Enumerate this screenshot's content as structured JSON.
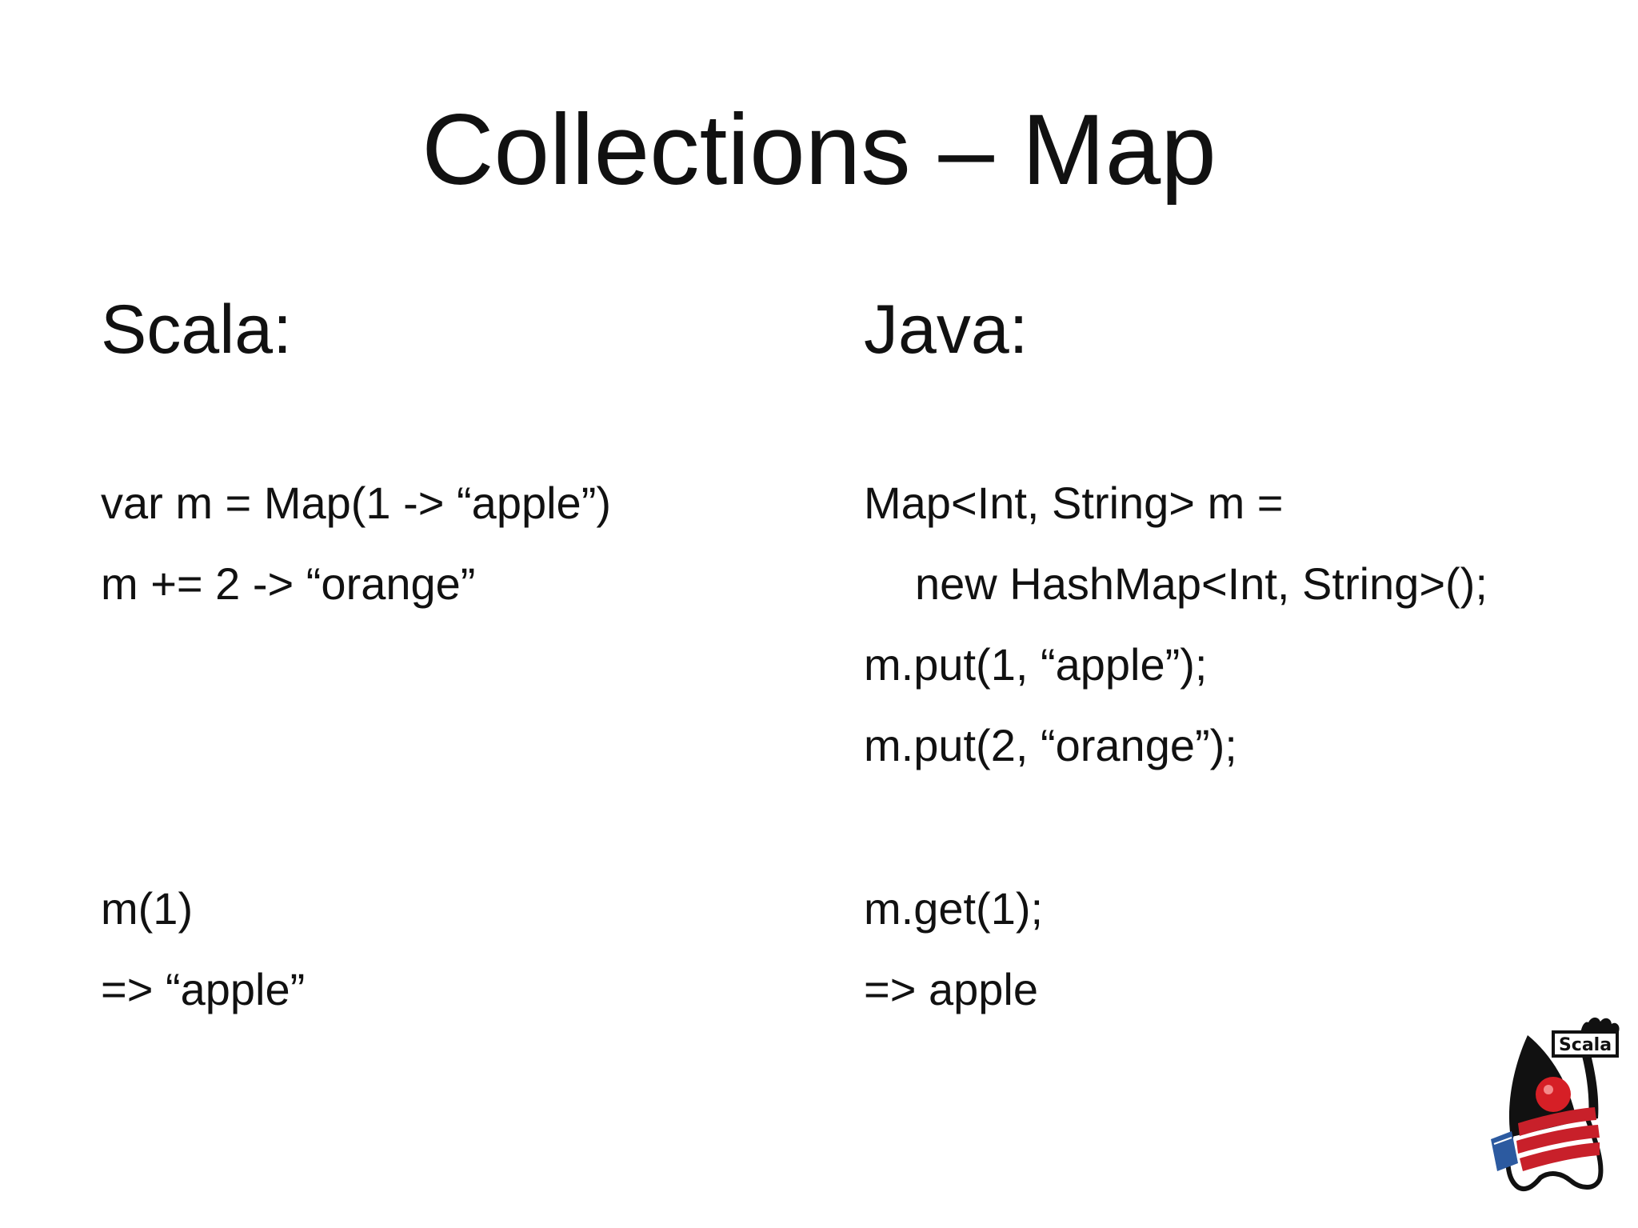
{
  "slide": {
    "title": "Collections – Map",
    "scala": {
      "heading": "Scala:",
      "lines": [
        "var m = Map(1 -> “apple”)",
        "m += 2 -> “orange”",
        "m(1)",
        "=> “apple”"
      ]
    },
    "java": {
      "heading": "Java:",
      "lines": [
        "Map<Int, String> m =",
        "new HashMap<Int, String>();",
        "m.put(1, “apple”);",
        "m.put(2, “orange”);",
        "m.get(1);",
        "=> apple"
      ]
    },
    "logo": {
      "label": "Scala",
      "icon": "scala-duke-mascot-icon"
    }
  }
}
